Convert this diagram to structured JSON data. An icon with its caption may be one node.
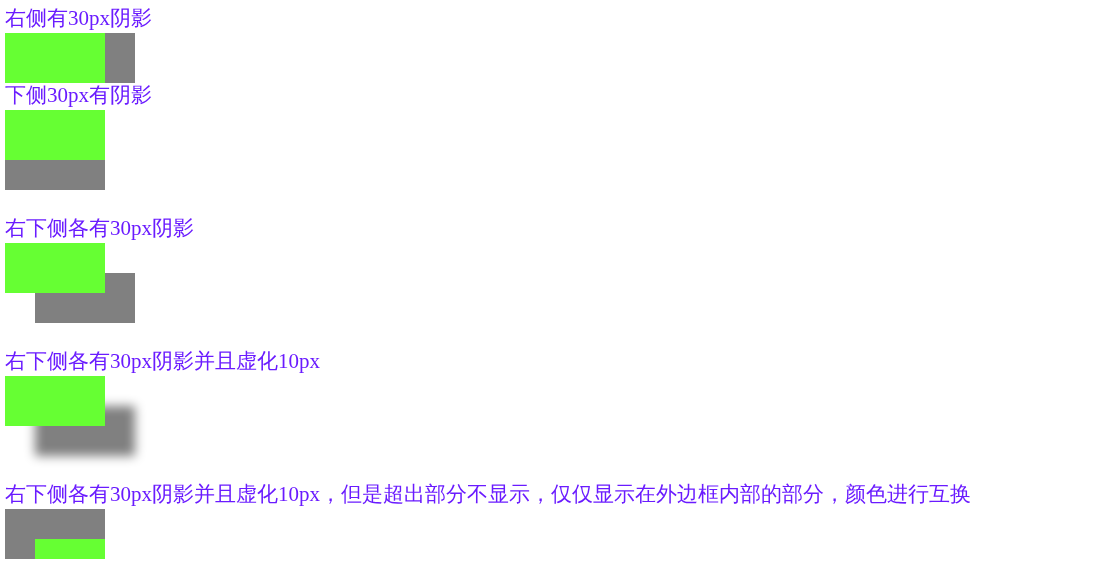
{
  "diagram": {
    "labels": [
      "右侧有30px阴影",
      "下侧30px有阴影",
      "右下侧各有30px阴影",
      "右下侧各有30px阴影并且虚化10px",
      "右下侧各有30px阴影并且虚化10px，但是超出部分不显示，仅仅显示在外边框内部的部分，颜色进行互换"
    ]
  }
}
